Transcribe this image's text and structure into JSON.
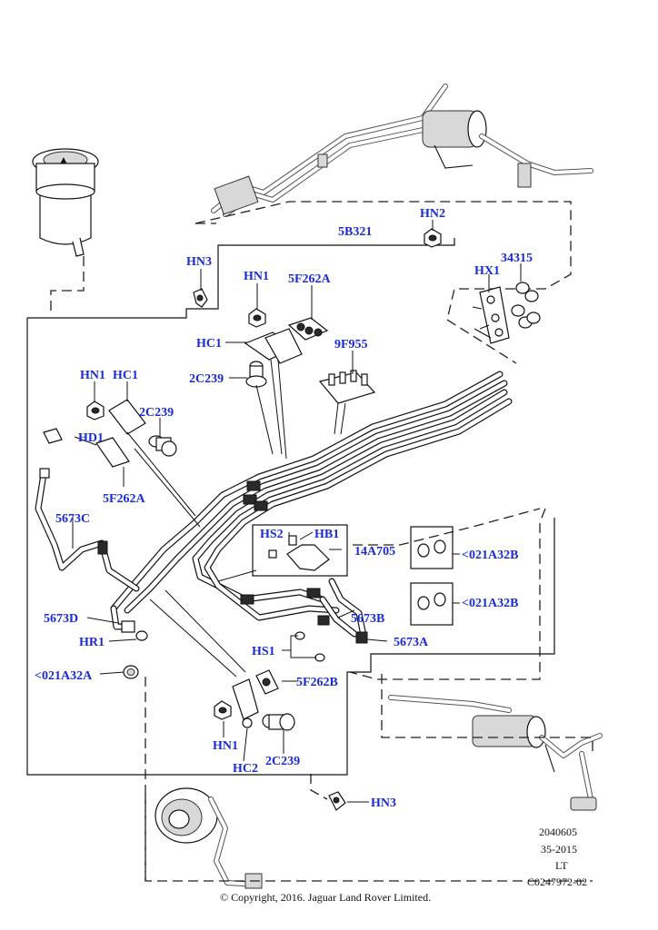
{
  "callouts": {
    "hn2": "HN2",
    "b5321": "5B321",
    "hn3_top": "HN3",
    "hn1_top": "HN1",
    "f262a_top": "5F262A",
    "s34315": "34315",
    "hx1": "HX1",
    "hc1_top": "HC1",
    "f9955": "9F955",
    "c2239_top": "2C239",
    "hn1_left": "HN1",
    "hc1_left": "HC1",
    "c2239_left": "2C239",
    "hd1": "HD1",
    "f262a_left": "5F262A",
    "c5673": "5673C",
    "hs2": "HS2",
    "hb1": "HB1",
    "a14705": "14A705",
    "b021a32_1": "<021A32B",
    "b021a32_2": "<021A32B",
    "d5673": "5673D",
    "b5673": "5673B",
    "hr1": "HR1",
    "a5673": "5673A",
    "hs1": "HS1",
    "a021a32": "<021A32A",
    "b5f262": "5F262B",
    "hn1_bottom": "HN1",
    "c2239_bottom": "2C239",
    "hc2": "HC2",
    "hn3_bottom": "HN3"
  },
  "footer": {
    "code1": "2040605",
    "code2": "35-2015",
    "code3": "LT",
    "code4": "C0247972-02",
    "copyright": "© Copyright, 2016. Jaguar Land Rover Limited."
  }
}
